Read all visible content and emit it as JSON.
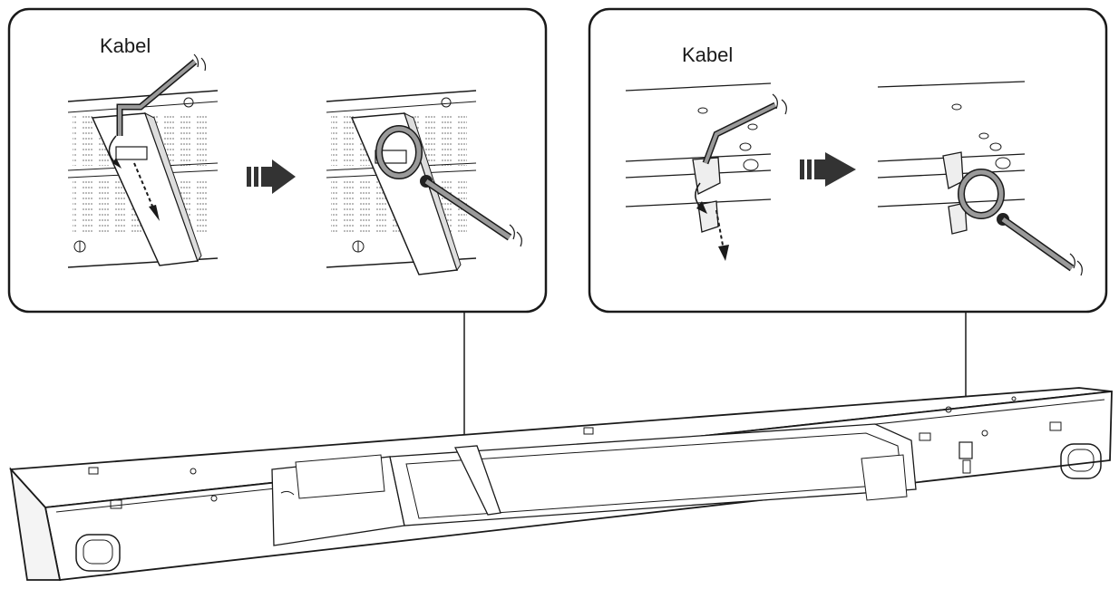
{
  "callouts": {
    "left": {
      "cable_label": "Kabel"
    },
    "right": {
      "cable_label": "Kabel"
    }
  },
  "icons": [
    "arrow-right-icon",
    "cable-icon",
    "soundbar-illustration"
  ],
  "colors": {
    "line": "#1a1a1a",
    "cable": "#9a9a9a",
    "arrow": "#333333"
  }
}
